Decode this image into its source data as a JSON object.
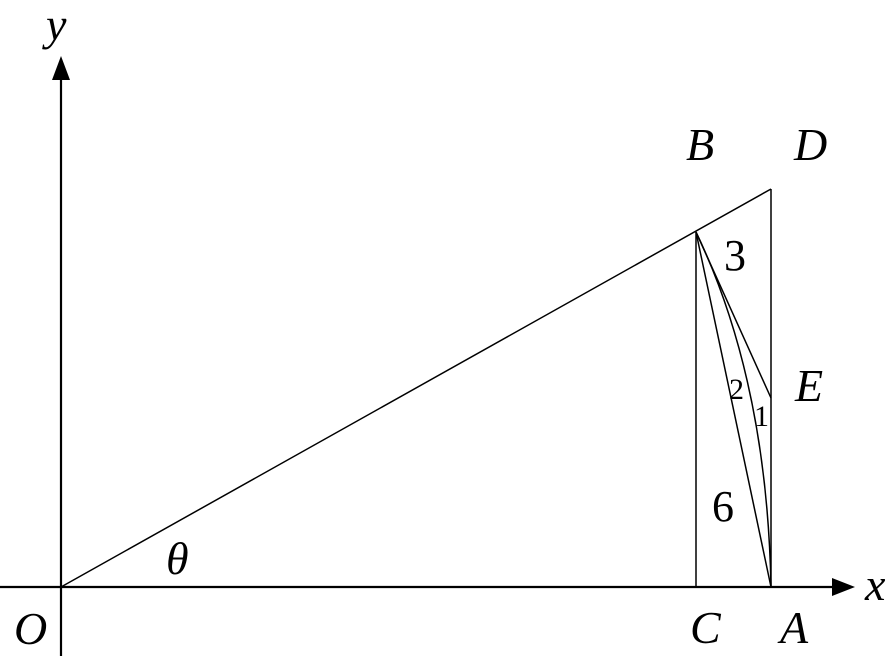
{
  "diagram": {
    "type": "geometry",
    "stroke_color": "#000000",
    "background": "#ffffff",
    "axes": {
      "x_label": "x",
      "y_label": "y",
      "origin_label": "O"
    },
    "points": {
      "O": {
        "label": "O"
      },
      "A": {
        "label": "A"
      },
      "B": {
        "label": "B"
      },
      "C": {
        "label": "C"
      },
      "D": {
        "label": "D"
      },
      "E": {
        "label": "E"
      }
    },
    "angle_label": "θ",
    "region_labels": {
      "r1": "1",
      "r2": "2",
      "r3": "3",
      "r6": "6"
    },
    "segments": [
      "OD",
      "BC",
      "DA",
      "BE",
      "BA",
      "arc BA",
      "Ox-axis",
      "Oy-axis"
    ]
  }
}
